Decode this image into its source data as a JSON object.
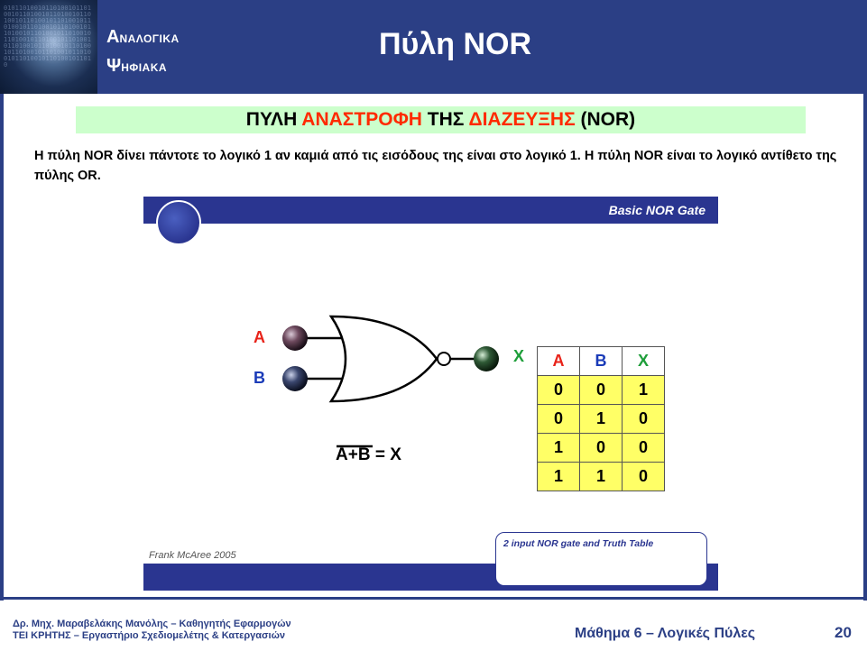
{
  "header": {
    "brand_line1_cap": "Α",
    "brand_line1_rest": "ΝΑΛΟΓΙΚΑ",
    "brand_line2_cap": "Ψ",
    "brand_line2_rest": "ΗΦΙΑΚΑ",
    "title": "Πύλη NOR"
  },
  "subtitle": {
    "part1": "ΠΥΛΗ ",
    "part2": "ΑΝΑΣΤΡΟΦΗ",
    "part3": " ΤΗΣ ",
    "part4": "ΔΙΑΖΕΥΞΗΣ",
    "part5": " (NOR)"
  },
  "description": "Η πύλη NOR δίνει πάντοτε το λογικό 1 αν καμιά από τις εισόδους της είναι στο λογικό 1. Η πύλη NOR είναι το λογικό αντίθετο της πύλης OR.",
  "slide": {
    "top_label": "Basic NOR Gate",
    "input_a": "A",
    "input_b": "B",
    "output_x": "X",
    "equation_overbar": "A+B",
    "equation_rest": " = X",
    "credit": "Frank McAree 2005",
    "caption": "2 input NOR gate and Truth Table",
    "truth_table": {
      "headers": [
        "A",
        "B",
        "X"
      ],
      "rows": [
        [
          "0",
          "0",
          "1"
        ],
        [
          "0",
          "1",
          "0"
        ],
        [
          "1",
          "0",
          "0"
        ],
        [
          "1",
          "1",
          "0"
        ]
      ]
    }
  },
  "footer": {
    "author_line1": "Δρ. Μηχ. Μαραβελάκης Μανόλης – Καθηγητής Εφαρμογών",
    "author_line2": "ΤΕΙ ΚΡΗΤΗΣ – Εργαστήριο Σχεδιομελέτης  & Κατεργασιών",
    "lesson": "Μάθημα 6 – Λογικές Πύλες",
    "page": "20"
  },
  "colors": {
    "header_blue": "#2b3f85",
    "slide_blue": "#2a3590",
    "highlight_red": "#ff2a00",
    "subtitle_bg": "#ccffcc",
    "table_yellow": "#ffff66",
    "label_a": "#e8231a",
    "label_b": "#1a3bb8",
    "label_x": "#1e9e3a"
  }
}
